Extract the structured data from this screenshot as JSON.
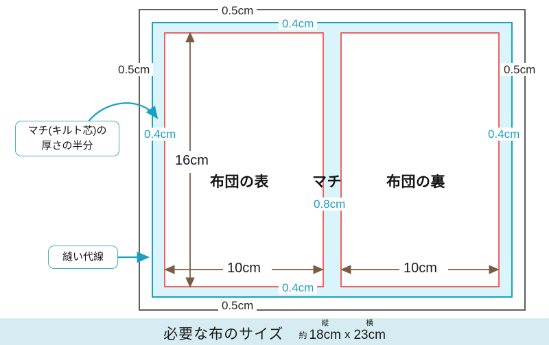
{
  "colors": {
    "frame_outer": "#4d4d4d",
    "batting_line": "#1b9fc4",
    "batting_fill": "#d9f5fb",
    "seam_line": "#f4ararar",
    "seam_line_red": "#ef3b3b",
    "measure_brown": "#7a5c42",
    "callout_border": "#4aa8bf",
    "caption_bg": "#d6ecf2"
  },
  "diagram": {
    "outer_dims": {
      "top": "0.5cm",
      "bottom": "0.5cm",
      "left": "0.5cm",
      "right": "0.5cm"
    },
    "batting_dims": {
      "top": "0.4cm",
      "bottom": "0.4cm",
      "left": "0.4cm",
      "right": "0.4cm"
    },
    "gusset_width": "0.8cm",
    "height_measure": "16cm",
    "left_panel_width": "10cm",
    "right_panel_width": "10cm",
    "parts": {
      "front": "布団の表",
      "gusset": "マチ",
      "back": "布団の裏"
    },
    "callouts": {
      "batting": {
        "line1": "マチ(キルト芯)の",
        "line2": "厚さの半分"
      },
      "seam": {
        "line1": "縫い代線"
      }
    }
  },
  "caption": {
    "title": "必要な布のサイズ",
    "prefix": "約",
    "vertical_ruby": "縦",
    "vertical_value": "18cm",
    "separator": "x",
    "horizontal_ruby": "横",
    "horizontal_value": "23cm"
  }
}
